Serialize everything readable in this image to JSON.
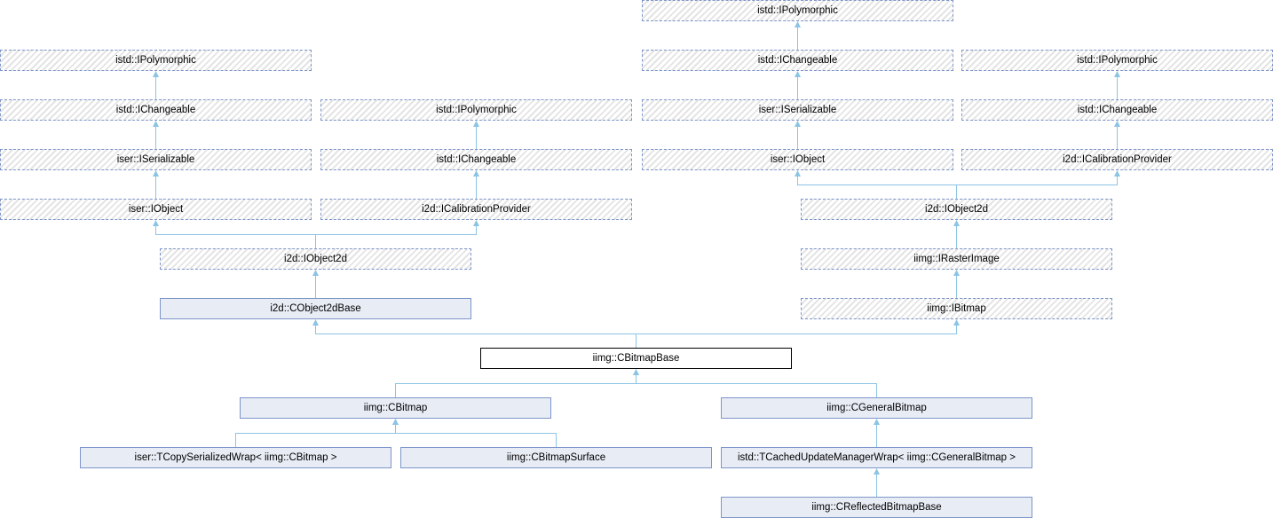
{
  "nodes": {
    "poly_a": "istd::IPolymorphic",
    "poly_b": "istd::IPolymorphic",
    "poly_c": "istd::IPolymorphic",
    "poly_d": "istd::IPolymorphic",
    "chg_a": "istd::IChangeable",
    "chg_b": "istd::IChangeable",
    "chg_c": "istd::IChangeable",
    "chg_d": "istd::IChangeable",
    "ser_a": "iser::ISerializable",
    "ser_b": "iser::ISerializable",
    "obj_a": "iser::IObject",
    "obj_b": "iser::IObject",
    "cal_a": "i2d::ICalibrationProvider",
    "cal_b": "i2d::ICalibrationProvider",
    "o2d_a": "i2d::IObject2d",
    "o2d_b": "i2d::IObject2d",
    "raster": "iimg::IRasterImage",
    "cobj2d": "i2d::CObject2dBase",
    "ibitmap": "iimg::IBitmap",
    "cbitmapbase": "iimg::CBitmapBase",
    "cbitmap": "iimg::CBitmap",
    "cgeneral": "iimg::CGeneralBitmap",
    "tcopy": "iser::TCopySerializedWrap< iimg::CBitmap >",
    "surface": "iimg::CBitmapSurface",
    "tcached": "istd::TCachedUpdateManagerWrap< iimg::CGeneralBitmap >",
    "reflected": "iimg::CReflectedBitmapBase"
  },
  "edges": [
    [
      "poly_b",
      "chg_a"
    ],
    [
      "chg_a",
      "ser_a"
    ],
    [
      "ser_a",
      "obj_a"
    ],
    [
      "poly_c",
      "chg_c"
    ],
    [
      "chg_c",
      "cal_a"
    ],
    [
      "obj_a",
      "o2d_a"
    ],
    [
      "cal_a",
      "o2d_a"
    ],
    [
      "o2d_a",
      "cobj2d"
    ],
    [
      "poly_a",
      "chg_b"
    ],
    [
      "chg_b",
      "ser_b"
    ],
    [
      "ser_b",
      "obj_b"
    ],
    [
      "poly_d",
      "chg_d"
    ],
    [
      "chg_d",
      "cal_b"
    ],
    [
      "obj_b",
      "o2d_b"
    ],
    [
      "cal_b",
      "o2d_b"
    ],
    [
      "o2d_b",
      "raster"
    ],
    [
      "raster",
      "ibitmap"
    ],
    [
      "cobj2d",
      "cbitmapbase"
    ],
    [
      "ibitmap",
      "cbitmapbase"
    ],
    [
      "cbitmapbase",
      "cbitmap"
    ],
    [
      "cbitmapbase",
      "cgeneral"
    ],
    [
      "cbitmap",
      "tcopy"
    ],
    [
      "cbitmap",
      "surface"
    ],
    [
      "cgeneral",
      "tcached"
    ],
    [
      "tcached",
      "reflected"
    ]
  ],
  "colors": {
    "edge": "#8cc4e4",
    "border": "#7d95c9",
    "class_fill": "#e8ecf5"
  }
}
